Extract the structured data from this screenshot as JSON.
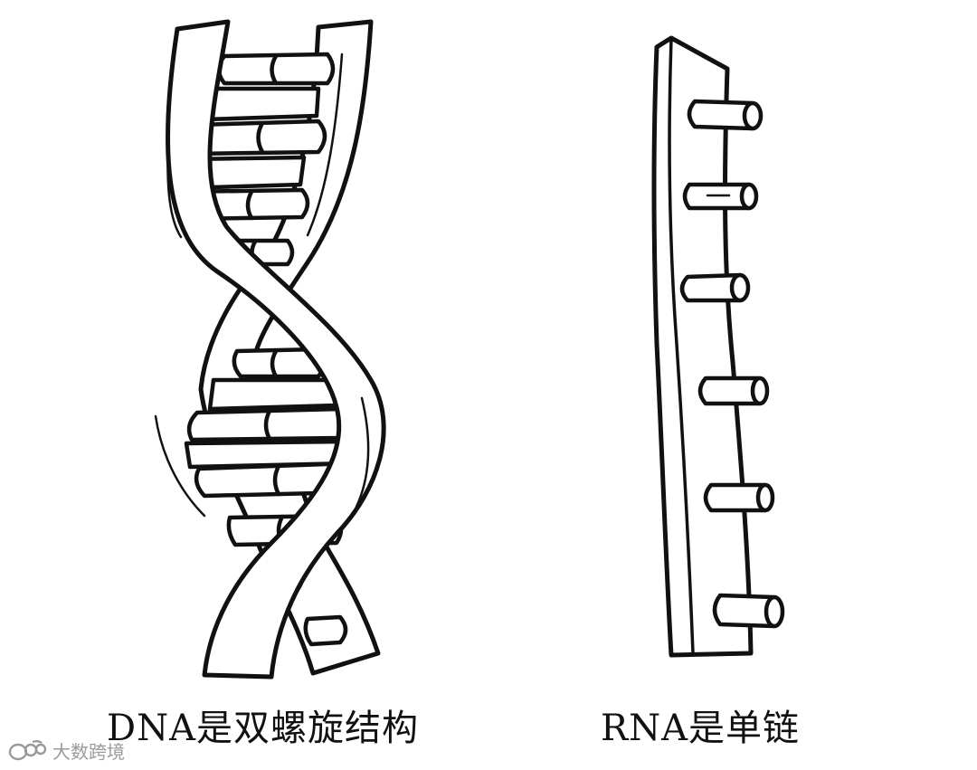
{
  "dna": {
    "caption": "DNA是双螺旋结构"
  },
  "rna": {
    "caption": "RNA是单链"
  },
  "watermark": {
    "text": "大数跨境",
    "icon": "weibo-logo-icon"
  },
  "colors": {
    "ink": "#111111",
    "paper": "#ffffff",
    "watermark": "#9a9a9a"
  }
}
